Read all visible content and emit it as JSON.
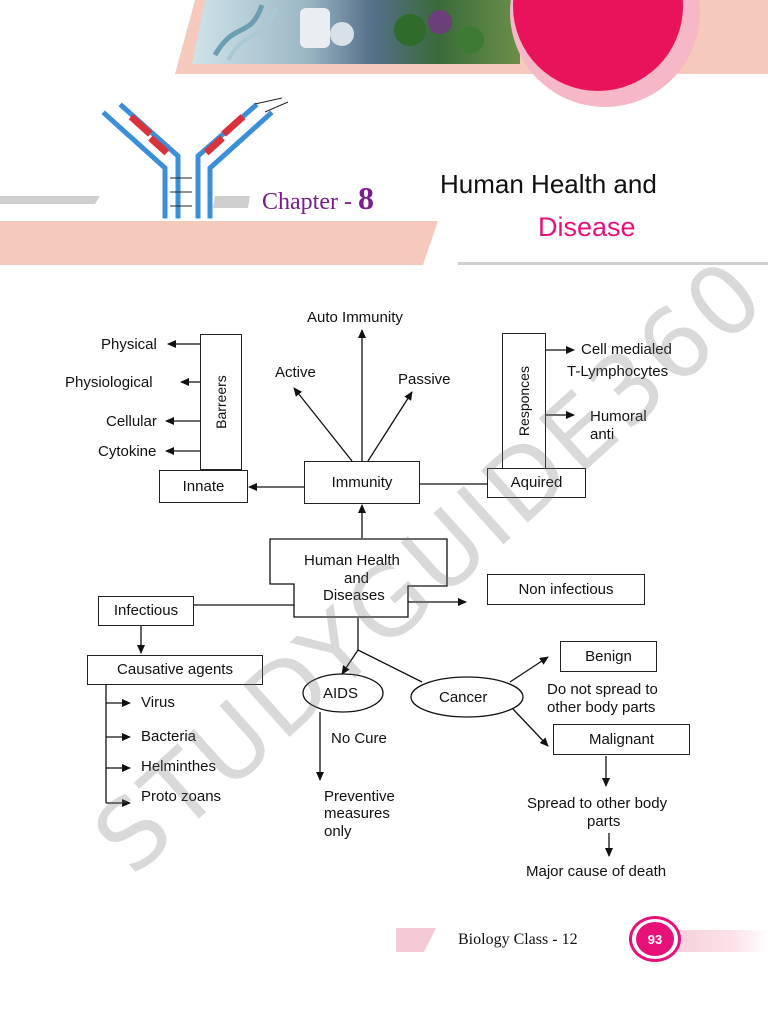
{
  "header": {
    "chapter_prefix": "Chapter - ",
    "chapter_number": "8",
    "title_line1": "Human Health and",
    "title_line2": "Disease"
  },
  "diagram": {
    "physical": "Physical",
    "physiological": "Physiological",
    "cellular": "Cellular",
    "cytokine": "Cytokine",
    "barreers": "Barreers",
    "innate": "Innate",
    "auto_immunity": "Auto Immunity",
    "active": "Active",
    "passive": "Passive",
    "immunity": "Immunity",
    "responces": "Responces",
    "aquired": "Aquired",
    "cell_mediated": "Cell medialed",
    "t_lymphocytes": "T-Lymphocytes",
    "humoral": "Humoral",
    "anti": "anti",
    "human_health_1": "Human Health",
    "human_health_2": "and",
    "human_health_3": "Diseases",
    "non_infectious": "Non infectious",
    "infectious": "Infectious",
    "causative_agents": "Causative agents",
    "virus": "Virus",
    "bacteria": "Bacteria",
    "helminthes": "Helminthes",
    "proto_zoans": "Proto zoans",
    "aids": "AIDS",
    "no_cure": "No Cure",
    "preventive_1": "Preventive",
    "preventive_2": "measures",
    "preventive_3": "only",
    "cancer": "Cancer",
    "benign": "Benign",
    "not_spread_1": "Do not spread to",
    "not_spread_2": "other body parts",
    "malignant": "Malignant",
    "spread_1": "Spread to other body",
    "spread_2": "parts",
    "major_cause": "Major cause of death"
  },
  "footer": {
    "book_title": "Biology Class - 12",
    "page_number": "93"
  },
  "watermark": "STUDYGUIDE360",
  "colors": {
    "accent_pink": "#e6127a",
    "chapter_purple": "#7a1e8c",
    "band_pink": "#f6c9bd",
    "band_gray": "#cfcfcf",
    "antibody_blue": "#3b8fd8",
    "antibody_red": "#d8323a"
  }
}
